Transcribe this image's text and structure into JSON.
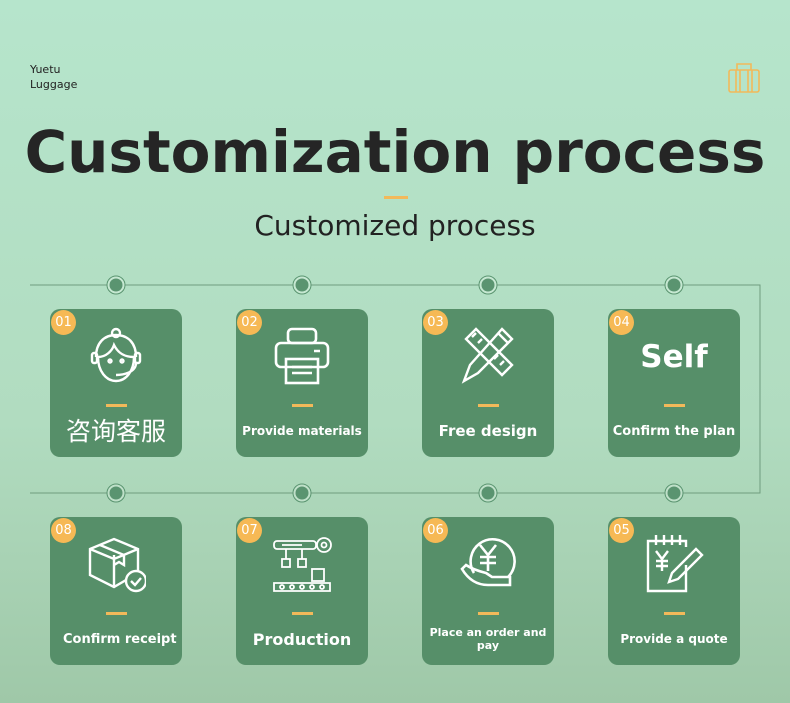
{
  "brand": {
    "line1": "Yuetu",
    "line2": "Luggage"
  },
  "title": "Customization process",
  "subtitle": "Customized process",
  "colors": {
    "card": "#568f69",
    "badge": "#f6b955",
    "accent": "#f2b95a"
  },
  "steps": [
    {
      "num": "01",
      "label": "咨询客服",
      "icon": "customer-service-icon"
    },
    {
      "num": "02",
      "label": "Provide materials",
      "icon": "printer-icon"
    },
    {
      "num": "03",
      "label": "Free design",
      "icon": "pencil-ruler-icon"
    },
    {
      "num": "04",
      "label": "Confirm the plan",
      "icon_text": "Self"
    },
    {
      "num": "05",
      "label": "Provide a quote",
      "icon": "quote-notepad-icon"
    },
    {
      "num": "06",
      "label": "Place an order and pay",
      "icon": "yen-hand-icon"
    },
    {
      "num": "07",
      "label": "Production",
      "icon": "factory-line-icon"
    },
    {
      "num": "08",
      "label": "Confirm receipt",
      "icon": "package-check-icon"
    }
  ]
}
